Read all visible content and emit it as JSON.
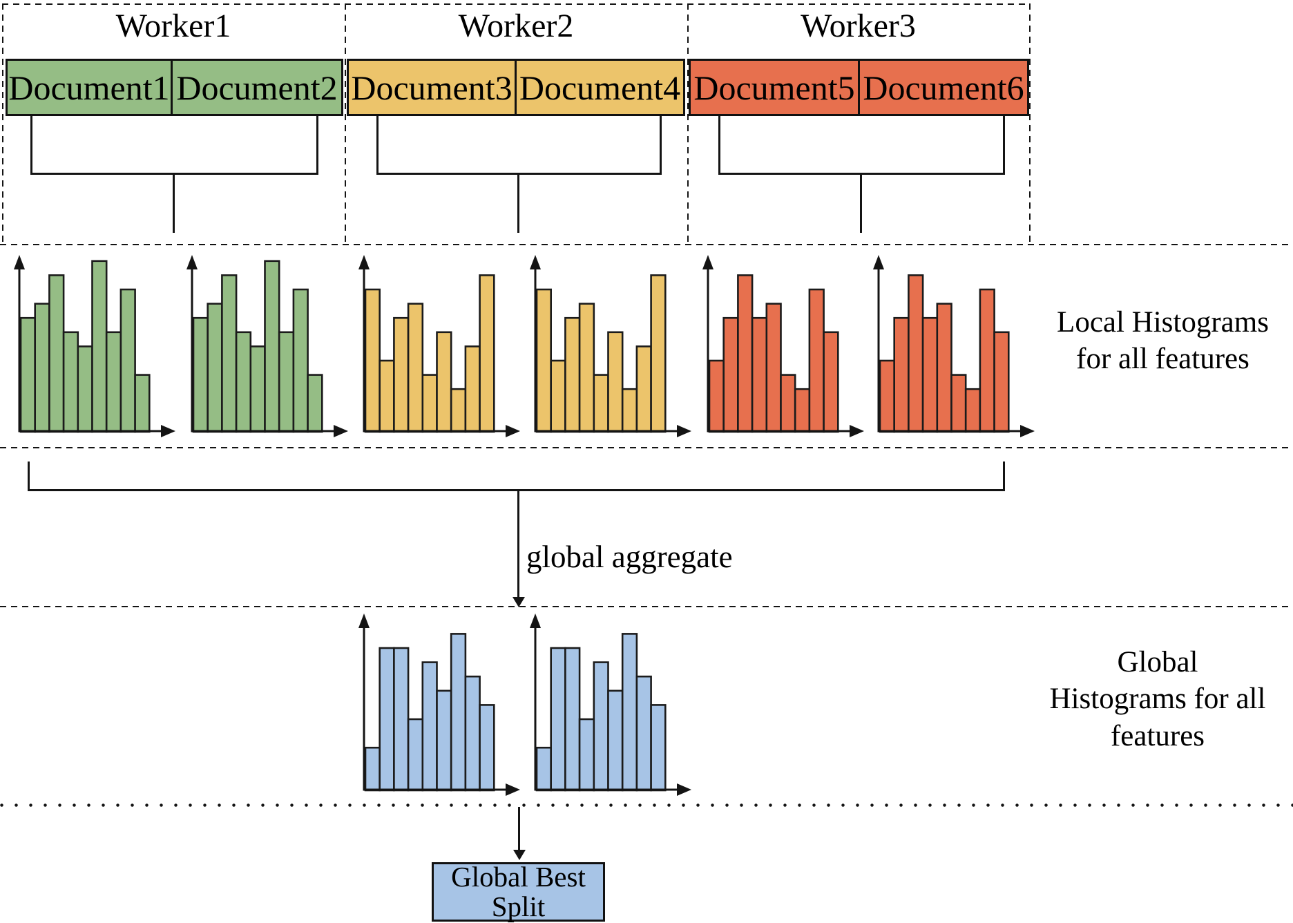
{
  "workers": [
    {
      "label": "Worker1",
      "color": "#95bd85",
      "documents": [
        {
          "label": "Document1"
        },
        {
          "label": "Document2"
        }
      ]
    },
    {
      "label": "Worker2",
      "color": "#ecc46b",
      "documents": [
        {
          "label": "Document3"
        },
        {
          "label": "Document4"
        }
      ]
    },
    {
      "label": "Worker3",
      "color": "#e7704e",
      "documents": [
        {
          "label": "Document5"
        },
        {
          "label": "Document6"
        }
      ]
    }
  ],
  "labels": {
    "local_histograms": {
      "lines": [
        "Local Histograms",
        "for all features"
      ]
    },
    "global_aggregate": "global aggregate",
    "global_histograms": {
      "lines": [
        "Global",
        "Histograms for all",
        "features"
      ]
    },
    "global_best_split": {
      "lines": [
        "Global Best",
        "Split"
      ]
    }
  },
  "colors": {
    "worker1_green": "#95bd85",
    "worker2_yellow": "#ecc46b",
    "worker3_red": "#e7704e",
    "global_blue": "#a7c4e6",
    "line_black": "#141414"
  },
  "chart_data": [
    {
      "id": "local-histogram-worker1-doc1",
      "type": "bar",
      "color": "#95bd85",
      "values": [
        8,
        9,
        11,
        7,
        6,
        12,
        7,
        10,
        4
      ],
      "ylim": [
        0,
        12
      ],
      "title": "",
      "xlabel": "",
      "ylabel": "",
      "axes": "plain arrows, no ticks"
    },
    {
      "id": "local-histogram-worker1-doc2",
      "type": "bar",
      "color": "#95bd85",
      "values": [
        8,
        9,
        11,
        7,
        6,
        12,
        7,
        10,
        4
      ],
      "ylim": [
        0,
        12
      ],
      "title": "",
      "xlabel": "",
      "ylabel": "",
      "axes": "plain arrows, no ticks"
    },
    {
      "id": "local-histogram-worker2-doc3",
      "type": "bar",
      "color": "#ecc46b",
      "values": [
        10,
        5,
        8,
        9,
        4,
        7,
        3,
        6,
        11
      ],
      "ylim": [
        0,
        12
      ],
      "title": "",
      "xlabel": "",
      "ylabel": "",
      "axes": "plain arrows, no ticks"
    },
    {
      "id": "local-histogram-worker2-doc4",
      "type": "bar",
      "color": "#ecc46b",
      "values": [
        10,
        5,
        8,
        9,
        4,
        7,
        3,
        6,
        11
      ],
      "ylim": [
        0,
        12
      ],
      "title": "",
      "xlabel": "",
      "ylabel": "",
      "axes": "plain arrows, no ticks"
    },
    {
      "id": "local-histogram-worker3-doc5",
      "type": "bar",
      "color": "#e7704e",
      "values": [
        5,
        8,
        11,
        8,
        9,
        4,
        3,
        10,
        7
      ],
      "ylim": [
        0,
        12
      ],
      "title": "",
      "xlabel": "",
      "ylabel": "",
      "axes": "plain arrows, no ticks"
    },
    {
      "id": "local-histogram-worker3-doc6",
      "type": "bar",
      "color": "#e7704e",
      "values": [
        5,
        8,
        11,
        8,
        9,
        4,
        3,
        10,
        7
      ],
      "ylim": [
        0,
        12
      ],
      "title": "",
      "xlabel": "",
      "ylabel": "",
      "axes": "plain arrows, no ticks"
    },
    {
      "id": "global-histogram-1",
      "type": "bar",
      "color": "#a7c4e6",
      "values": [
        3,
        10,
        10,
        5,
        9,
        7,
        11,
        8,
        6
      ],
      "ylim": [
        0,
        12
      ],
      "title": "",
      "xlabel": "",
      "ylabel": "",
      "axes": "plain arrows, no ticks"
    },
    {
      "id": "global-histogram-2",
      "type": "bar",
      "color": "#a7c4e6",
      "values": [
        3,
        10,
        10,
        5,
        9,
        7,
        11,
        8,
        6
      ],
      "ylim": [
        0,
        12
      ],
      "title": "",
      "xlabel": "",
      "ylabel": "",
      "axes": "plain arrows, no ticks"
    }
  ]
}
